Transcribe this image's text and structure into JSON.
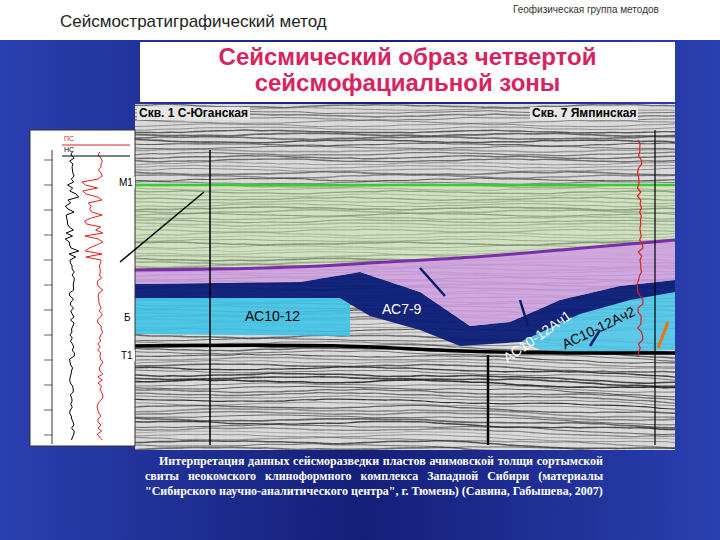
{
  "diagram": {
    "title": "Сейсмический образ четвертой сейсмофациальной зоны",
    "caption": "Интерпретация данных сейсморазведки пластов ачимовской толщи сортымской свиты неокомского клиноформного комплекса Западной Сибири (материалы \"Сибирского научно-аналитического центра\", г. Тюмень) (Савина, Габышева, 2007)",
    "labels": [
      "Сейсмостратиграфический метод",
      "Геофизическая группа методов",
      "Скв. 1 С-Юганская",
      "Скв. 7 Ямпинская",
      "М1",
      "Б",
      "Т1",
      "АС10-12",
      "АС7-9",
      "АС10-12Ач1",
      "АС10-12Ач2",
      "ПС",
      "НС"
    ]
  }
}
